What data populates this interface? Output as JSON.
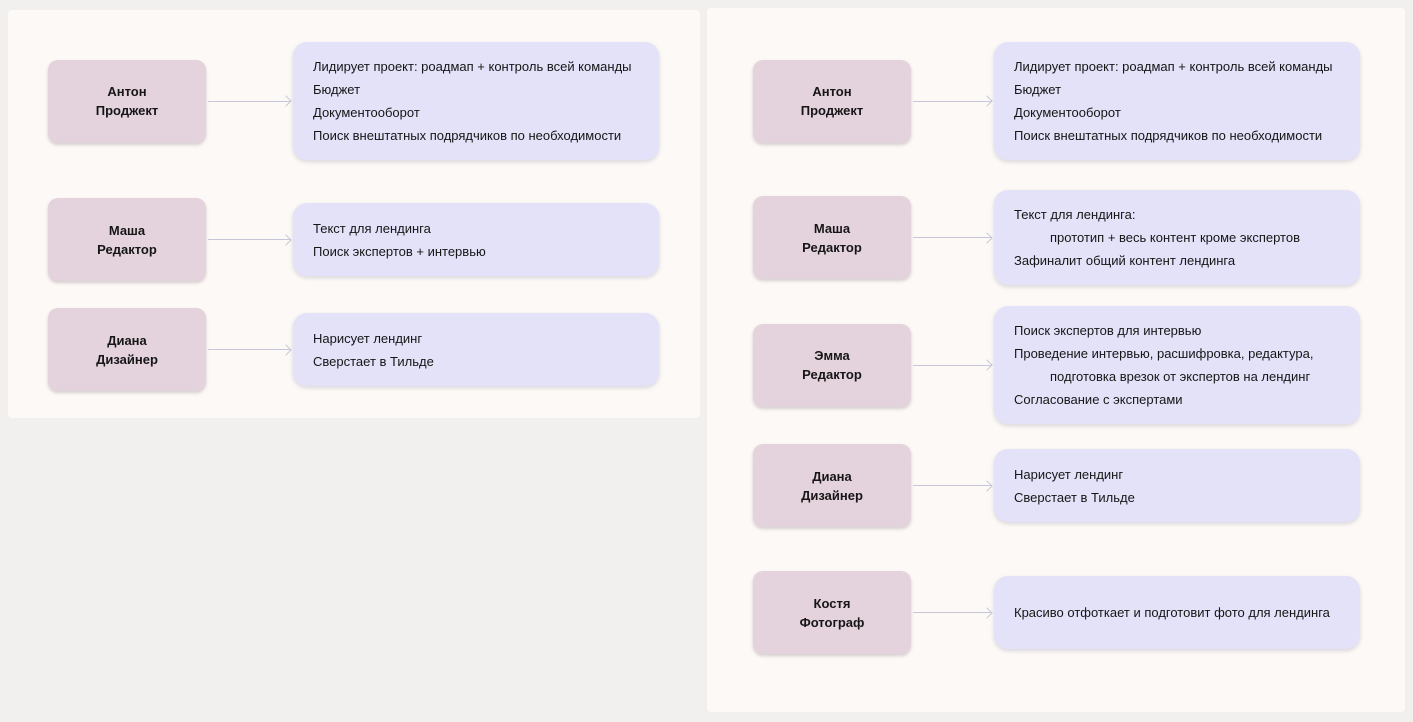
{
  "colors": {
    "background": "#f1f0ef",
    "panel": "#fdf9f6",
    "role_card": "#e4d2dd",
    "task_box": "#e3e2f9",
    "arrow": "#c5c6d8",
    "text": "#161616"
  },
  "panels": [
    {
      "name": "team-version-1",
      "rows": [
        {
          "role": {
            "name": "Антон",
            "title": "Проджект"
          },
          "tasks": [
            {
              "text": "Лидирует проект: роадмап + контроль всей команды"
            },
            {
              "text": "Бюджет"
            },
            {
              "text": "Документооборот"
            },
            {
              "text": "Поиск внештатных подрядчиков по необходимости"
            }
          ]
        },
        {
          "role": {
            "name": "Маша",
            "title": "Редактор"
          },
          "tasks": [
            {
              "text": "Текст для лендинга"
            },
            {
              "text": "Поиск экспертов + интервью"
            }
          ]
        },
        {
          "role": {
            "name": "Диана",
            "title": "Дизайнер"
          },
          "tasks": [
            {
              "text": "Нарисует лендинг"
            },
            {
              "text": "Сверстает в Тильде"
            }
          ]
        }
      ]
    },
    {
      "name": "team-version-2",
      "rows": [
        {
          "role": {
            "name": "Антон",
            "title": "Проджект"
          },
          "tasks": [
            {
              "text": "Лидирует проект: роадмап + контроль всей команды"
            },
            {
              "text": "Бюджет"
            },
            {
              "text": "Документооборот"
            },
            {
              "text": "Поиск внештатных подрядчиков по необходимости"
            }
          ]
        },
        {
          "role": {
            "name": "Маша",
            "title": "Редактор"
          },
          "tasks": [
            {
              "text": "Текст для лендинга:"
            },
            {
              "text": "прототип + весь контент кроме экспертов",
              "indented": true
            },
            {
              "text": "Зафиналит общий контент лендинга"
            }
          ]
        },
        {
          "role": {
            "name": "Эмма",
            "title": "Редактор"
          },
          "tasks": [
            {
              "text": "Поиск экспертов для интервью"
            },
            {
              "text": "Проведение интервью, расшифровка, редактура,"
            },
            {
              "text": "подготовка врезок от экспертов на лендинг",
              "indented": true
            },
            {
              "text": "Согласование с экспертами"
            }
          ]
        },
        {
          "role": {
            "name": "Диана",
            "title": "Дизайнер"
          },
          "tasks": [
            {
              "text": "Нарисует лендинг"
            },
            {
              "text": "Сверстает в Тильде"
            }
          ]
        },
        {
          "role": {
            "name": "Костя",
            "title": "Фотограф"
          },
          "tasks": [
            {
              "text": "Красиво отфоткает и подготовит фото для лендинга"
            }
          ]
        }
      ]
    }
  ]
}
